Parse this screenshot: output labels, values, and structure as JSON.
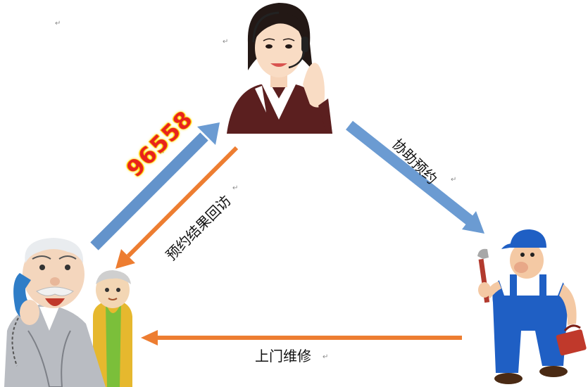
{
  "diagram": {
    "phone_number": "96558",
    "callback_label": "预约结果回访",
    "assist_label": "协助预约",
    "repair_label": "上门维修"
  },
  "colors": {
    "blue_arrow": "#6b9bd2",
    "orange_arrow": "#ed7d31",
    "phone_text": "#e8231c",
    "phone_glow": "#ffd400"
  }
}
